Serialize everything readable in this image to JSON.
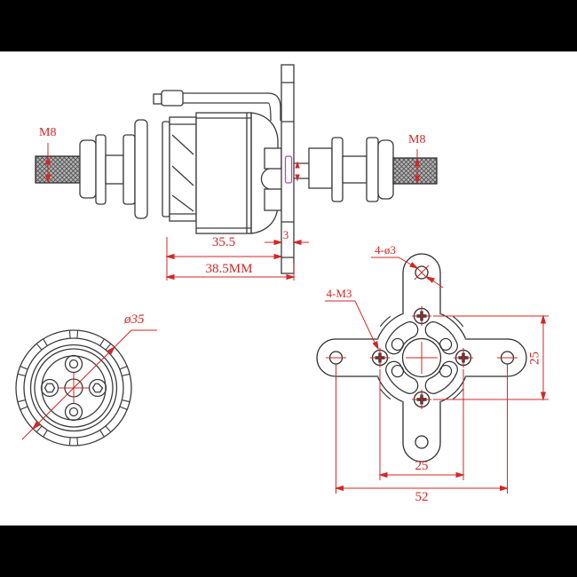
{
  "drawing": {
    "type": "technical-drawing",
    "subject": "brushless outrunner motor with prop adapters and X-mount",
    "colors": {
      "line": "#3a3a3a",
      "dimension": "#d42626",
      "accent_collar": "#b84ab8",
      "background": "#ffffff",
      "letterbox": "#000000"
    },
    "side_view": {
      "thread_left_label": "M8",
      "thread_right_label": "M8",
      "body_length": "35.5",
      "mount_plate_thickness": "3",
      "overall_length": "38.5MM"
    },
    "front_view": {
      "diameter": "ø35"
    },
    "mount_view": {
      "arm_hole_callout": "4-ø3",
      "screw_callout": "4-M3",
      "screw_spacing_vertical": "25",
      "screw_spacing_horizontal": "25",
      "arm_hole_spacing": "52"
    }
  }
}
